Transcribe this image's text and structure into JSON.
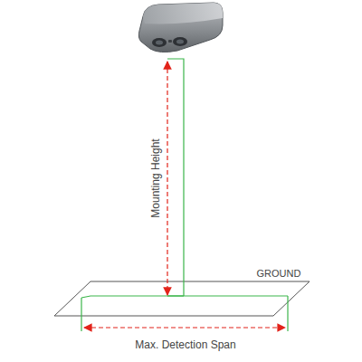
{
  "diagram": {
    "labels": [
      "Mounting Height",
      "GROUND",
      "Max. Detection Span"
    ]
  }
}
